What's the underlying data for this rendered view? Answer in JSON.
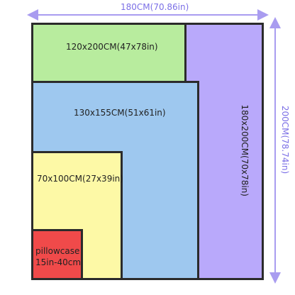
{
  "dimensions": {
    "width": "180CM(70.86in)",
    "height": "200CM(78.74in)"
  },
  "sizes": [
    {
      "label": "120x200CM(47x78in)",
      "color": "#b8ec9e"
    },
    {
      "label": "180x200CM(70x78in)",
      "color": "#b9a9fb"
    },
    {
      "label": "130x155CM(51x61in)",
      "color": "#9ec8ef"
    },
    {
      "label": "70x100CM(27x39in)",
      "color": "#fdf9a6"
    },
    {
      "label_line1": "pillowcase",
      "label_line2": "15in-40cm",
      "color": "#f04a4a"
    }
  ],
  "arrow_color": "#a99cf0"
}
